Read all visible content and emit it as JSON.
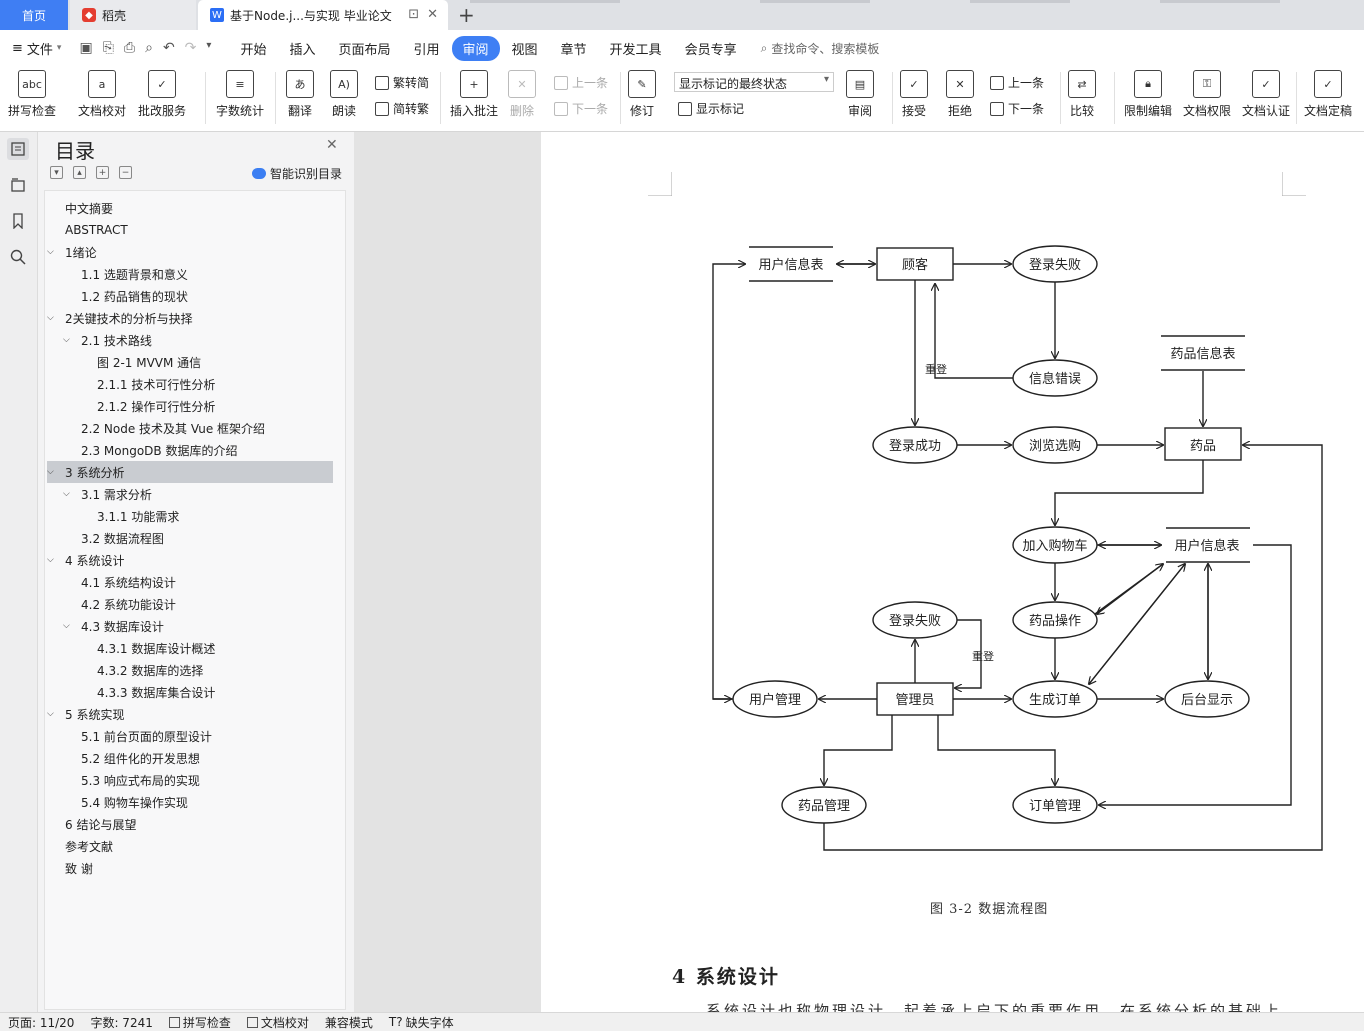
{
  "tabs": {
    "home": "首页",
    "daoke": "稻壳",
    "doc": "基于Node.j...与实现 毕业论文"
  },
  "menu": {
    "file": "文件",
    "items": [
      "开始",
      "插入",
      "页面布局",
      "引用",
      "审阅",
      "视图",
      "章节",
      "开发工具",
      "会员专享"
    ],
    "active": "审阅",
    "search": "查找命令、搜索模板"
  },
  "ribbon": {
    "spell": "拼写检查",
    "proof": "文档校对",
    "revise_service": "批改服务",
    "wordcount": "字数统计",
    "translate": "翻译",
    "read": "朗读",
    "trad": "繁转简",
    "simp": "简转繁",
    "insert_comment": "插入批注",
    "delete": "删除",
    "prev_comment": "上一条",
    "next_comment": "下一条",
    "revise": "修订",
    "markup_state": "显示标记的最终状态",
    "show_markup": "显示标记",
    "review": "审阅",
    "accept": "接受",
    "reject": "拒绝",
    "prev": "上一条",
    "next": "下一条",
    "compare": "比较",
    "restrict": "限制编辑",
    "permission": "文档权限",
    "certify": "文档认证",
    "finalize": "文档定稿"
  },
  "toc": {
    "title": "目录",
    "smart": "智能识别目录",
    "items": [
      {
        "text": "中文摘要",
        "level": 0,
        "chev": ""
      },
      {
        "text": "ABSTRACT",
        "level": 0,
        "chev": ""
      },
      {
        "text": "1绪论",
        "level": 0,
        "chev": "v"
      },
      {
        "text": "1.1  选题背景和意义",
        "level": 1,
        "chev": ""
      },
      {
        "text": "1.2  药品销售的现状",
        "level": 1,
        "chev": ""
      },
      {
        "text": "2关键技术的分析与抉择",
        "level": 0,
        "chev": "v"
      },
      {
        "text": "2.1  技术路线",
        "level": 1,
        "chev": "v"
      },
      {
        "text": "图 2-1 MVVM 通信",
        "level": 2,
        "chev": ""
      },
      {
        "text": "2.1.1  技术可行性分析",
        "level": 2,
        "chev": ""
      },
      {
        "text": "2.1.2  操作可行性分析",
        "level": 2,
        "chev": ""
      },
      {
        "text": "2.2 Node 技术及其 Vue 框架介绍",
        "level": 1,
        "chev": ""
      },
      {
        "text": "2.3 MongoDB  数据库的介绍",
        "level": 1,
        "chev": ""
      },
      {
        "text": "3  系统分析",
        "level": 0,
        "chev": "v",
        "selected": true
      },
      {
        "text": "3.1  需求分析",
        "level": 1,
        "chev": "v"
      },
      {
        "text": "3.1.1  功能需求",
        "level": 2,
        "chev": ""
      },
      {
        "text": "3.2  数据流程图",
        "level": 1,
        "chev": ""
      },
      {
        "text": "4  系统设计",
        "level": 0,
        "chev": "v"
      },
      {
        "text": "4.1  系统结构设计",
        "level": 1,
        "chev": ""
      },
      {
        "text": "4.2  系统功能设计",
        "level": 1,
        "chev": ""
      },
      {
        "text": "4.3  数据库设计",
        "level": 1,
        "chev": "v"
      },
      {
        "text": "4.3.1  数据库设计概述",
        "level": 2,
        "chev": ""
      },
      {
        "text": "4.3.2  数据库的选择",
        "level": 2,
        "chev": ""
      },
      {
        "text": "4.3.3  数据库集合设计",
        "level": 2,
        "chev": ""
      },
      {
        "text": "5  系统实现",
        "level": 0,
        "chev": "v"
      },
      {
        "text": "5.1  前台页面的原型设计",
        "level": 1,
        "chev": ""
      },
      {
        "text": "5.2  组件化的开发思想",
        "level": 1,
        "chev": ""
      },
      {
        "text": "5.3  响应式布局的实现",
        "level": 1,
        "chev": ""
      },
      {
        "text": "5.4  购物车操作实现",
        "level": 1,
        "chev": ""
      },
      {
        "text": "6  结论与展望",
        "level": 0,
        "chev": ""
      },
      {
        "text": "参考文献",
        "level": 0,
        "chev": ""
      },
      {
        "text": "致  谢",
        "level": 0,
        "chev": ""
      }
    ]
  },
  "diagram": {
    "user_info_1": "用户信息表",
    "customer": "顾客",
    "login_fail_1": "登录失败",
    "info_error": "信息错误",
    "relogin_1": "重登",
    "drug_info": "药品信息表",
    "login_ok": "登录成功",
    "browse": "浏览选购",
    "drug": "药品",
    "add_cart": "加入购物车",
    "user_info_2": "用户信息表",
    "login_fail_2": "登录失败",
    "drug_op": "药品操作",
    "relogin_2": "重登",
    "user_mgmt": "用户管理",
    "admin": "管理员",
    "gen_order": "生成订单",
    "backend": "后台显示",
    "drug_mgmt": "药品管理",
    "order_mgmt": "订单管理"
  },
  "document": {
    "caption": "图 3-2  数据流程图",
    "heading": "4  系统设计",
    "para": "系统设计也称物理设计，起着承上启下的重要作用。在系统分析的基础上"
  },
  "status": {
    "page": "页面: 11/20",
    "words": "字数: 7241",
    "spell": "拼写检查",
    "proof": "文档校对",
    "compat": "兼容模式",
    "missing_font": "缺失字体"
  }
}
